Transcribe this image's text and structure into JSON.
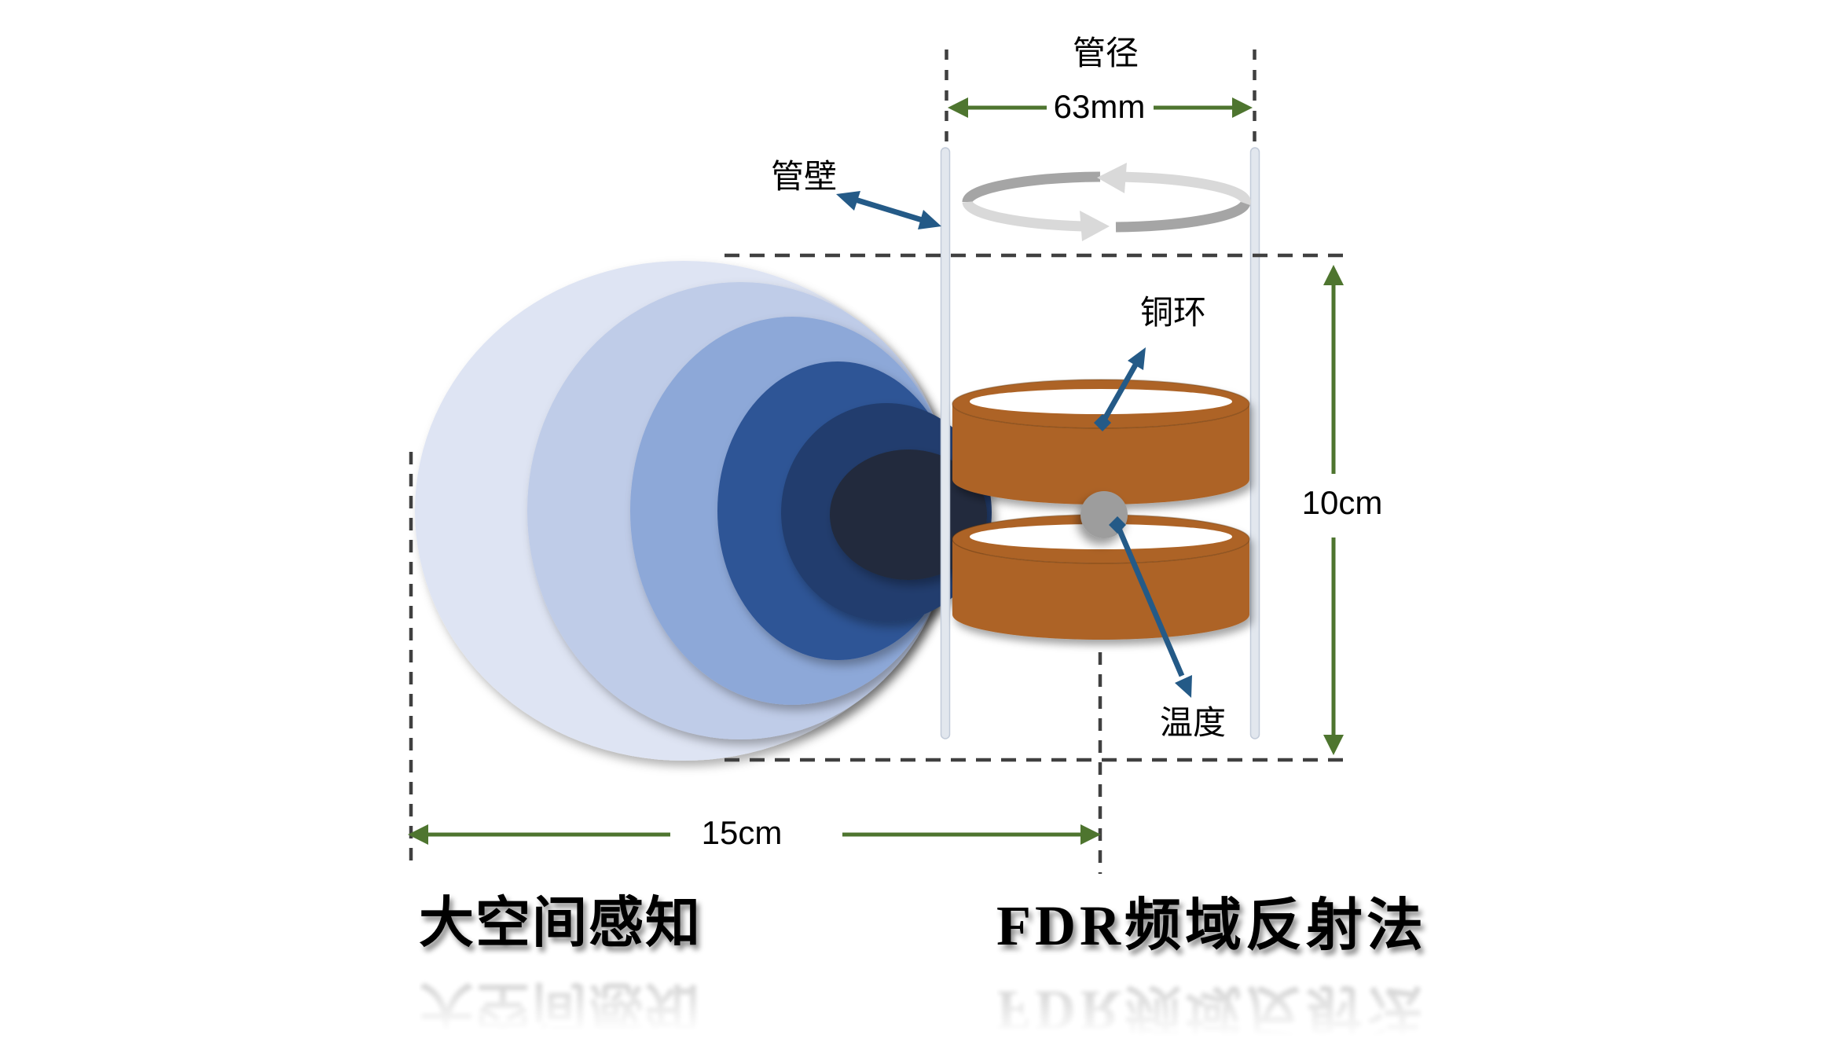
{
  "figure": {
    "background": "#ffffff",
    "labels": {
      "pipe_diameter": "管径",
      "pipe_diameter_value": "63mm",
      "pipe_wall": "管壁",
      "copper_ring": "铜环",
      "height_value": "10cm",
      "temperature": "温度",
      "width_value": "15cm",
      "left_caption": "大空间感知",
      "right_caption": "FDR频域反射法"
    },
    "colors": {
      "sensing_field_rings": [
        "#dee4f3",
        "#bfcce8",
        "#8da8d8",
        "#2f5496",
        "#203e6e",
        "#222c3c"
      ],
      "copper_ring": "#ad6428",
      "pipe_wall_fill": "#e2e7ee",
      "pipe_wall_edge": "#c2cbd9",
      "dimension_green": "#4e752f",
      "annotation_blue": "#245a87",
      "dashed_line": "#404040",
      "rotation_arrow_light": "#d9d9d9",
      "rotation_arrow_dark": "#a5a5a5",
      "sensor_dot": "#9d9d9d"
    }
  }
}
